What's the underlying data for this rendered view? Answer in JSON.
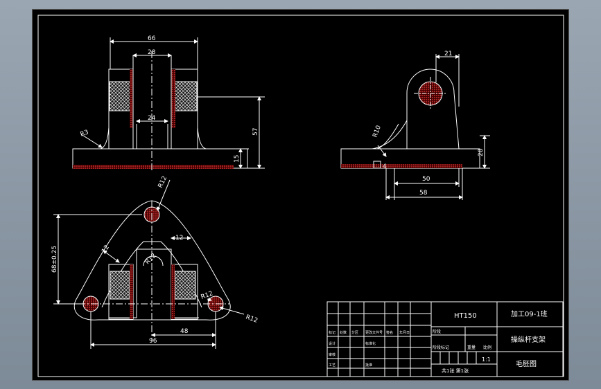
{
  "drawing": {
    "front_view": {
      "dim_total_width": "66",
      "dim_bore_width": "28",
      "dim_inner_width": "24",
      "dim_height": "57",
      "dim_base_thickness": "15",
      "dim_fillet": "R3"
    },
    "side_view": {
      "dim_lug_width": "21",
      "dim_fillet": "R10",
      "dim_height": "28",
      "dim_length_inner": "50",
      "dim_length_total": "58",
      "dim_small": "4"
    },
    "top_view": {
      "dim_top_radius": "R12",
      "dim_vertical": "68±0.25",
      "dim_rib_left": "12",
      "dim_rib_right": "12",
      "dim_center_radius": "R12",
      "dim_right_radius": "R12",
      "dim_corner_radius": "R12",
      "dim_half_span": "48",
      "dim_total_span": "96"
    },
    "title_block": {
      "material": "HT150",
      "class_name": "加工09-1班",
      "part_name": "操纵杆支架",
      "drawing_type": "毛胚图",
      "scale": "1:1",
      "sheet_text": "共1张 第1张",
      "label_stage": "阶段",
      "label_weight": "重量",
      "label_scale": "比例",
      "label_mark": "标记",
      "label_count": "处数",
      "label_zone": "分区",
      "label_change_doc": "更改文件号",
      "label_sign": "签名",
      "label_date": "年月日",
      "label_design": "设计",
      "label_standard": "标准化",
      "label_review": "审核",
      "label_process": "工艺",
      "label_approve": "批准",
      "label_stage_mark": "阶段标记"
    }
  },
  "colors": {
    "background": "#000000",
    "line": "#ffffff",
    "hatch": "#c0392b",
    "section_fill": "#d62a2a"
  }
}
